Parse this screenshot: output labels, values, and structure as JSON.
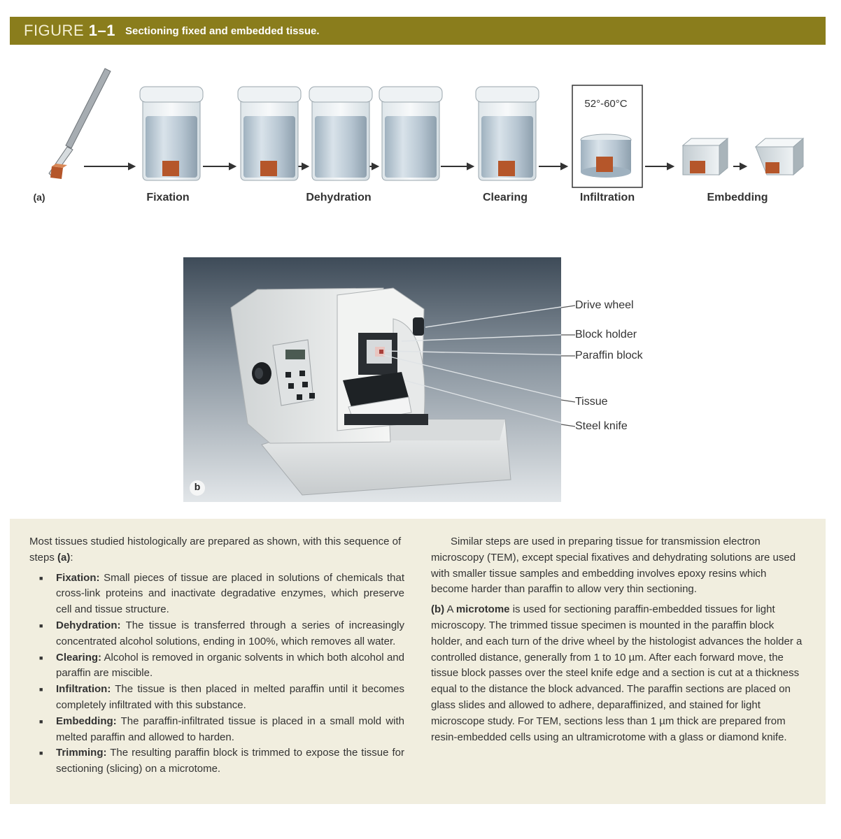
{
  "banner": {
    "figure_word": "FIGURE",
    "figure_number": "1–1",
    "title": "Sectioning fixed and embedded tissue."
  },
  "panel_a": {
    "label": "(a)",
    "steps": [
      "Fixation",
      "Dehydration",
      "Clearing",
      "Infiltration",
      "Embedding"
    ],
    "temperature": "52°-60°C"
  },
  "panel_b": {
    "label": "b",
    "callouts": [
      "Drive wheel",
      "Block holder",
      "Paraffin block",
      "Tissue",
      "Steel knife"
    ]
  },
  "colors": {
    "banner": "#8a7d1c",
    "caption_bg": "#f1eedf",
    "tissue": "#b5562a"
  },
  "caption": {
    "intro": "Most tissues studied histologically are prepared as shown, with this sequence of steps ",
    "intro_ref": "(a)",
    "intro_end": ":",
    "bullets": [
      {
        "term": "Fixation:",
        "text": " Small pieces of tissue are placed in solutions of chemicals that cross-link proteins and inactivate degradative enzymes, which preserve cell and tissue structure."
      },
      {
        "term": "Dehydration:",
        "text": " The tissue is transferred through a series of increasingly concentrated alcohol solutions, ending in 100%, which removes all water."
      },
      {
        "term": "Clearing:",
        "text": " Alcohol is removed in organic solvents in which both alcohol and paraffin are miscible."
      },
      {
        "term": "Infiltration:",
        "text": " The tissue is then placed in melted paraffin until it becomes completely infiltrated with this substance."
      },
      {
        "term": "Embedding:",
        "text": " The paraffin-infiltrated tissue is placed in a small mold with melted paraffin and allowed to harden."
      },
      {
        "term": "Trimming:",
        "text": " The resulting paraffin block is trimmed to expose the tissue for sectioning (slicing) on a microtome."
      }
    ],
    "right_para1": "Similar steps are used in preparing tissue for transmission electron microscopy (TEM), except special fixatives and dehydrating solutions are used with smaller tissue samples and embedding involves epoxy resins which become harder than paraffin to allow very thin sectioning.",
    "right_b_ref": "(b)",
    "right_b_a": " A ",
    "right_b_term": "microtome",
    "right_b_text": " is used for sectioning paraffin-embedded tissues for light microscopy. The trimmed tissue specimen is mounted in the paraffin block holder, and each turn of the drive wheel by the histologist advances the holder a controlled distance, generally from 1 to 10 µm. After each forward move, the tissue block passes over the steel knife edge and a section is cut at a thickness equal to the distance the block advanced. The paraffin sections are placed on glass slides and allowed to adhere, deparaffinized, and stained for light microscope study. For TEM, sections less than 1 µm thick are prepared from resin-embedded cells using an ultramicrotome with a glass or diamond knife."
  }
}
